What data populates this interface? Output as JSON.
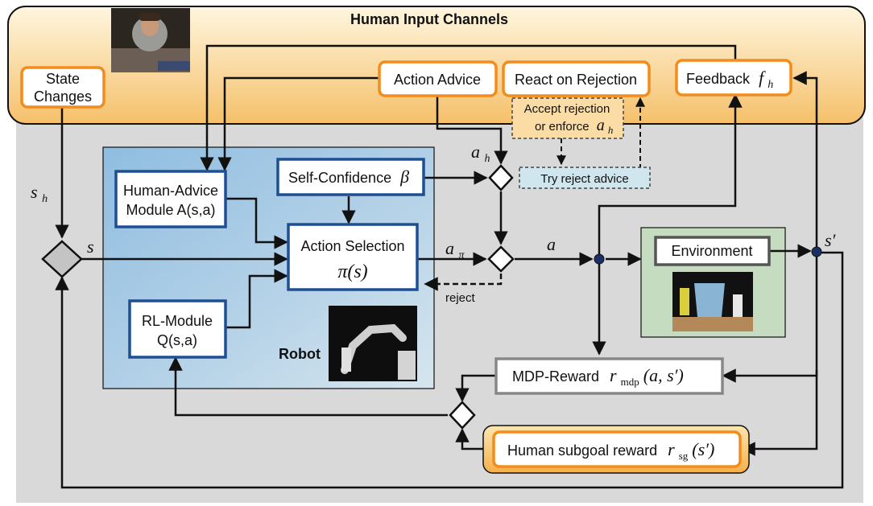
{
  "title": "Human Input Channels",
  "boxes": {
    "state_changes": [
      "State",
      "Changes"
    ],
    "action_advice": "Action Advice",
    "react_on_rejection": "React on Rejection",
    "feedback": "Feedback",
    "feedback_sym": "f",
    "feedback_sub": "h",
    "human_advice": [
      "Human-Advice",
      "Module A(s,a)"
    ],
    "self_confidence": "Self-Confidence",
    "self_confidence_sym": "β",
    "action_selection": "Action Selection",
    "action_selection_sym": "π(s)",
    "rl_module": [
      "RL-Module",
      "Q(s,a)"
    ],
    "robot": "Robot",
    "environment": "Environment",
    "mdp_reward": "MDP-Reward",
    "mdp_reward_sym": "r",
    "mdp_reward_sub": "mdp",
    "mdp_reward_args": "(a, s′)",
    "subgoal_reward": "Human subgoal reward",
    "subgoal_reward_sym": "r",
    "subgoal_reward_sub": "sg",
    "subgoal_reward_args": "(s′)",
    "accept_rejection": [
      "Accept rejection",
      "or enforce"
    ],
    "accept_rejection_sym": "a",
    "accept_rejection_sub": "h",
    "try_reject": "Try reject advice",
    "reject_label": "reject"
  },
  "symbols": {
    "s_h": "s",
    "s_h_sub": "h",
    "s": "s",
    "a_h": "a",
    "a_h_sub": "h",
    "a_pi": "a",
    "a_pi_sub": "π",
    "a": "a",
    "s_prime": "s′"
  },
  "colors": {
    "human_panel_top": "#fff6dc",
    "human_panel_bottom": "#f5c268",
    "orange_border": "#f28c1c",
    "robot_panel": "#a9cbe6",
    "robot_panel_light": "#cfe2ee",
    "blue_border": "#1f4f93",
    "env_panel": "#c5dcc0",
    "gray_bg": "#d9d9d9",
    "node_fill": "#1a2f66",
    "gray_diamond": "#c4c4c4"
  }
}
